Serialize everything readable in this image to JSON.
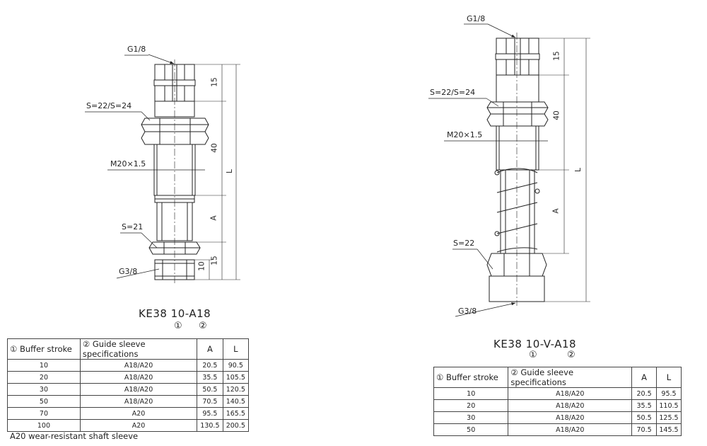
{
  "left": {
    "labels": {
      "g18": "G1/8",
      "s22": "S=22/S=24",
      "m20": "M20×1.5",
      "s21": "S=21",
      "g38": "G3/8"
    },
    "dims": {
      "d15a": "15",
      "d40": "40",
      "dL": "L",
      "dA": "A",
      "d10": "10",
      "d15b": "15"
    },
    "model": "KE38 10-A18",
    "circ1": "①",
    "circ2": "②",
    "table": {
      "headers": [
        "① Buffer stroke",
        "② Guide sleeve specifications",
        "A",
        "L"
      ],
      "rows": [
        [
          "10",
          "A18/A20",
          "20.5",
          "90.5"
        ],
        [
          "20",
          "A18/A20",
          "35.5",
          "105.5"
        ],
        [
          "30",
          "A18/A20",
          "50.5",
          "120.5"
        ],
        [
          "50",
          "A18/A20",
          "70.5",
          "140.5"
        ],
        [
          "70",
          "A20",
          "95.5",
          "165.5"
        ],
        [
          "100",
          "A20",
          "130.5",
          "200.5"
        ]
      ]
    },
    "note": "A20 wear-resistant shaft sleeve"
  },
  "right": {
    "labels": {
      "g18": "G1/8",
      "s22": "S=22/S=24",
      "m20": "M20×1.5",
      "s22b": "S=22",
      "g38": "G3/8"
    },
    "dims": {
      "d15": "15",
      "d40": "40",
      "dL": "L",
      "dA": "A"
    },
    "model": "KE38 10-V-A18",
    "circ1": "①",
    "circ2": "②",
    "table": {
      "headers": [
        "① Buffer stroke",
        "② Guide sleeve specifications",
        "A",
        "L"
      ],
      "rows": [
        [
          "10",
          "A18/A20",
          "20.5",
          "95.5"
        ],
        [
          "20",
          "A18/A20",
          "35.5",
          "110.5"
        ],
        [
          "30",
          "A18/A20",
          "50.5",
          "125.5"
        ],
        [
          "50",
          "A18/A20",
          "70.5",
          "145.5"
        ]
      ]
    }
  }
}
